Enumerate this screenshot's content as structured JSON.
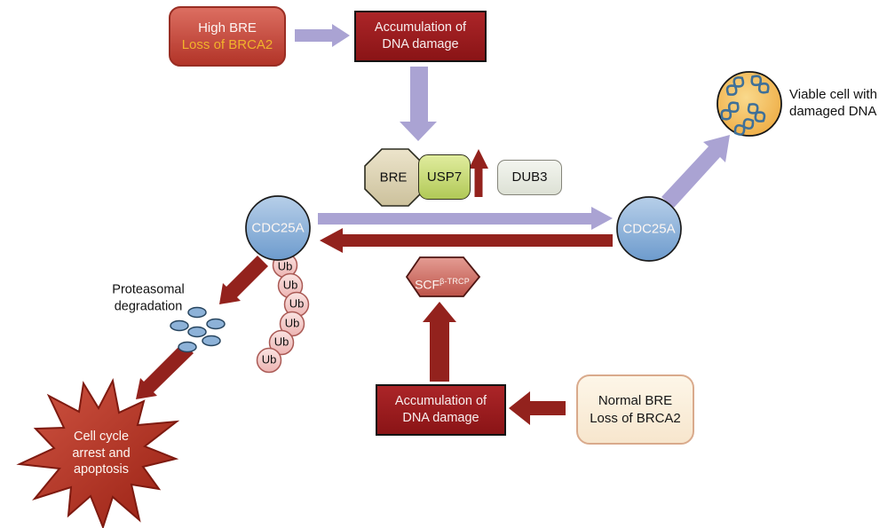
{
  "colors": {
    "background": "#ffffff",
    "purple_arrow": "#aaa3d3",
    "red_arrow": "#93221d",
    "dark_red_box": "#a02023",
    "yellow_text": "#f2b32b",
    "blue_node": "#6f9dcf",
    "ub_pink": "#eeb7b5",
    "scf_red": "#bf564c",
    "orange_cell": "#efaa3a",
    "dna_blue": "#3f7098"
  },
  "nodes": {
    "high_bre": {
      "line1": "High BRE",
      "line2": "Loss of BRCA2"
    },
    "accumulation_top": {
      "label": "Accumulation of\nDNA damage"
    },
    "bre": {
      "label": "BRE"
    },
    "usp7": {
      "label": "USP7"
    },
    "dub3": {
      "label": "DUB3"
    },
    "cdc25a_left": {
      "label": "CDC25A"
    },
    "cdc25a_right": {
      "label": "CDC25A"
    },
    "viable_cell": {
      "label": "Viable cell with\ndamaged DNA"
    },
    "proteasomal": {
      "label": "Proteasomal\ndegradation"
    },
    "ub": {
      "label": "Ub",
      "count": 6
    },
    "proteasome_particles": {
      "count": 6
    },
    "scf": {
      "base": "SCF",
      "sup": "β-TRCP"
    },
    "accumulation_bottom": {
      "label": "Accumulation of\nDNA damage"
    },
    "normal_bre": {
      "label": "Normal BRE\nLoss of BRCA2"
    },
    "apoptosis": {
      "label": "Cell cycle\narrest and\napoptosis"
    }
  },
  "edges": [
    {
      "from": "high_bre",
      "to": "accumulation_top",
      "color": "purple"
    },
    {
      "from": "accumulation_top",
      "to": "bre_usp7_complex",
      "color": "purple"
    },
    {
      "from": "usp7",
      "to": "increase",
      "color": "red"
    },
    {
      "from": "cdc25a_ubiquitinated",
      "to": "cdc25a_stable",
      "color": "purple"
    },
    {
      "from": "cdc25a_stable",
      "to": "cdc25a_ubiquitinated",
      "color": "red"
    },
    {
      "from": "cdc25a_stable",
      "to": "viable_cell",
      "color": "purple"
    },
    {
      "from": "cdc25a_ubiquitinated",
      "to": "proteasome_particles",
      "color": "red"
    },
    {
      "from": "proteasome_particles",
      "to": "apoptosis",
      "color": "red"
    },
    {
      "from": "accumulation_bottom",
      "to": "scf",
      "color": "red"
    },
    {
      "from": "normal_bre",
      "to": "accumulation_bottom",
      "color": "red"
    }
  ]
}
